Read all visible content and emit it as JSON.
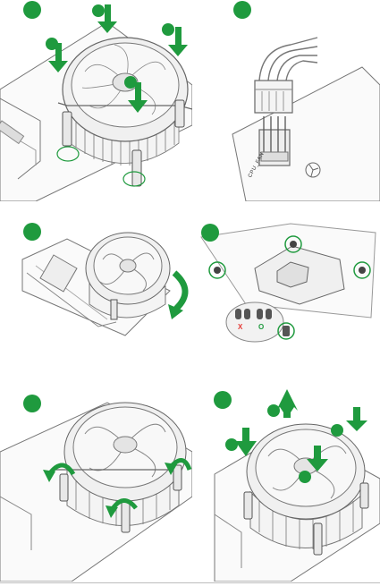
{
  "colors": {
    "accent_green": "#1f9a3e",
    "line_gray": "#6b6b6b",
    "fill_light": "#f2f2f2",
    "wrong_red": "#e53935",
    "ok_green": "#1f9a3e"
  },
  "panel_b": {
    "header_label": "CPU_FAN"
  },
  "panel_d": {
    "wrong_mark": "X",
    "right_mark": "O"
  }
}
